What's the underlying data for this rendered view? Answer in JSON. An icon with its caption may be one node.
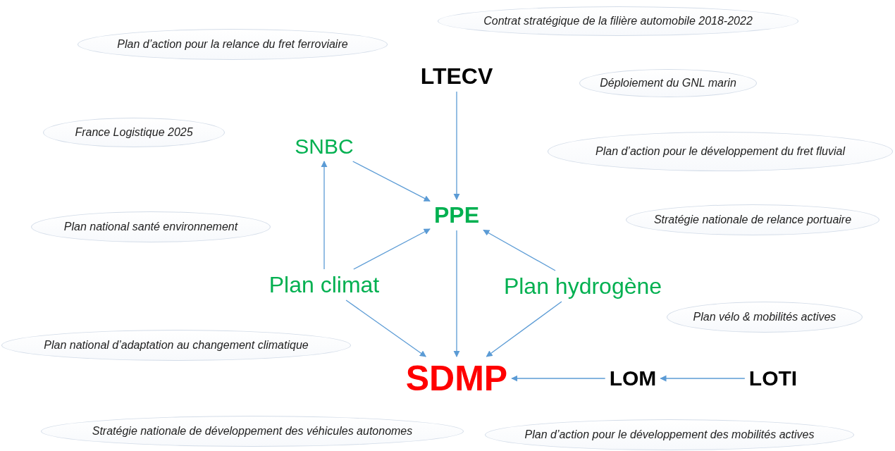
{
  "diagram": {
    "nodes": [
      {
        "text": [
          "Contrat stratégique de la filière automobile 2018-2022"
        ]
      },
      {
        "text": [
          "Plan d’action pour la relance du fret ferroviaire"
        ]
      },
      {
        "text": [
          "LTECV"
        ]
      },
      {
        "text": [
          "Déploiement du GNL marin"
        ]
      },
      {
        "text": [
          "France Logistique 2025"
        ]
      },
      {
        "text": [
          "SNBC"
        ]
      },
      {
        "text": [
          "Plan d’action pour le développement du fret fluvial"
        ]
      },
      {
        "text": [
          "PPE"
        ]
      },
      {
        "text": [
          "Plan national santé environnement"
        ]
      },
      {
        "text": [
          "Stratégie nationale de relance portuaire"
        ]
      },
      {
        "text": [
          "Plan climat"
        ]
      },
      {
        "text": [
          "Plan hydrogène"
        ]
      },
      {
        "text": [
          "Plan vélo & mobilités actives"
        ]
      },
      {
        "text": [
          "Plan national d’adaptation au changement climatique"
        ]
      },
      {
        "text": [
          "SDMP"
        ]
      },
      {
        "text": [
          "LOM"
        ]
      },
      {
        "text": [
          "LOTI"
        ]
      },
      {
        "text": [
          "Stratégie nationale de développement des véhicules autonomes"
        ]
      },
      {
        "text": [
          "Plan d’action pour le développement des mobilités actives"
        ]
      }
    ],
    "edges": [
      {
        "from": 2,
        "to": 7,
        "arrow": "to"
      },
      {
        "from": 5,
        "to": 7,
        "arrow": "to"
      },
      {
        "from": 10,
        "to": 5,
        "arrow": "to"
      },
      {
        "from": 10,
        "to": 7,
        "arrow": "to"
      },
      {
        "from": 11,
        "to": 7,
        "arrow": "to"
      },
      {
        "from": 7,
        "to": 14,
        "arrow": "to"
      },
      {
        "from": 10,
        "to": 14,
        "arrow": "to"
      },
      {
        "from": 11,
        "to": 14,
        "arrow": "to"
      },
      {
        "from": 15,
        "to": 14,
        "arrow": "to"
      },
      {
        "from": 16,
        "to": 15,
        "arrow": "to"
      }
    ]
  }
}
